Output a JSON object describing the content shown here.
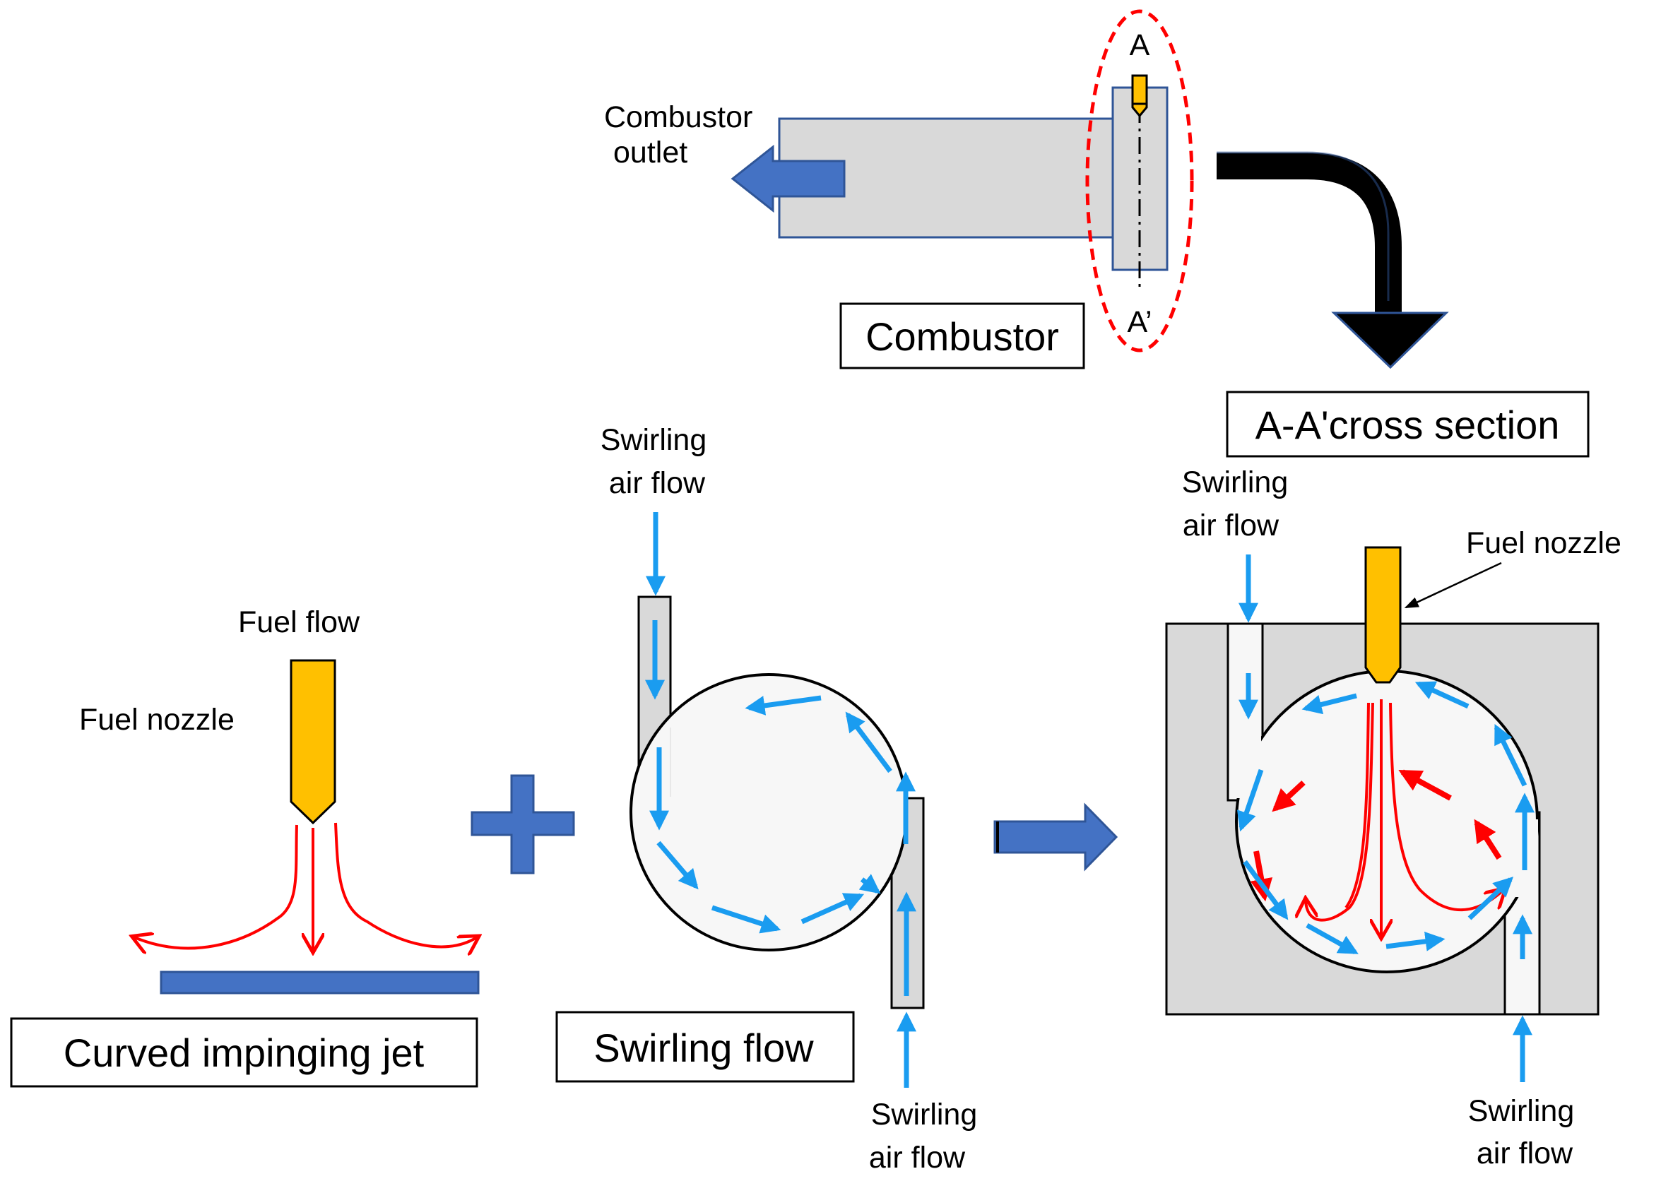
{
  "colors": {
    "gray_fill": "#d9d9d9",
    "circle_fill": "#f7f7f7",
    "outline_blue": "#2f5597",
    "arrow_blue": "#4472c4",
    "air_blue": "#1a9cf0",
    "fuel_red": "#ff0000",
    "nozzle_yellow": "#ffc000",
    "dash_red": "#ff0000",
    "black": "#000000"
  },
  "combustor": {
    "outlet_label": [
      "Combustor",
      "outlet"
    ],
    "title": "Combustor",
    "section_mark_top": "A",
    "section_mark_bottom": "A’"
  },
  "cross_section": {
    "title": "A-A'cross section",
    "air_in_top": [
      "Swirling",
      "air flow"
    ],
    "air_in_bottom": [
      "Swirling",
      "air flow"
    ],
    "fuel_nozzle_label": "Fuel nozzle"
  },
  "impinging_jet": {
    "fuel_flow_label": "Fuel flow",
    "fuel_nozzle_label": "Fuel nozzle",
    "title": "Curved impinging jet"
  },
  "swirling": {
    "air_in_top": [
      "Swirling",
      "air flow"
    ],
    "air_in_bottom": [
      "Swirling",
      "air flow"
    ],
    "title": "Swirling flow"
  }
}
